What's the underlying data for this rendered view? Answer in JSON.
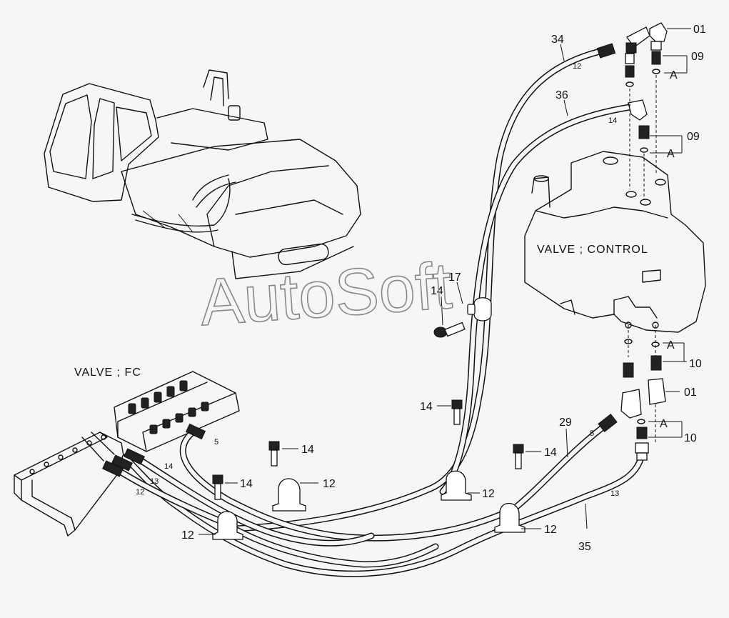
{
  "labels": {
    "valve_control": "VALVE ; CONTROL",
    "valve_fc": "VALVE ; FC",
    "watermark": "AutoSoft"
  },
  "callouts": {
    "c01a": "01",
    "c01b": "01",
    "c09a": "09",
    "c09b": "09",
    "c10a": "10",
    "c10b": "10",
    "c34": "34",
    "c36": "36",
    "c29": "29",
    "c35": "35",
    "c17": "17",
    "c14a": "14",
    "c14b": "14",
    "c14c": "14",
    "c14d": "14",
    "c14e": "14",
    "c12a": "12",
    "c12b": "12",
    "c12c": "12",
    "c12d": "12"
  },
  "ref_letters": {
    "a1": "A",
    "a2": "A",
    "a3": "A",
    "a4": "A"
  },
  "hose_tags": {
    "t12a": "12",
    "t14a": "14",
    "t5a": "5",
    "t13a": "13",
    "t5b": "5",
    "t14b": "14",
    "t13b": "13",
    "t12b": "12"
  }
}
